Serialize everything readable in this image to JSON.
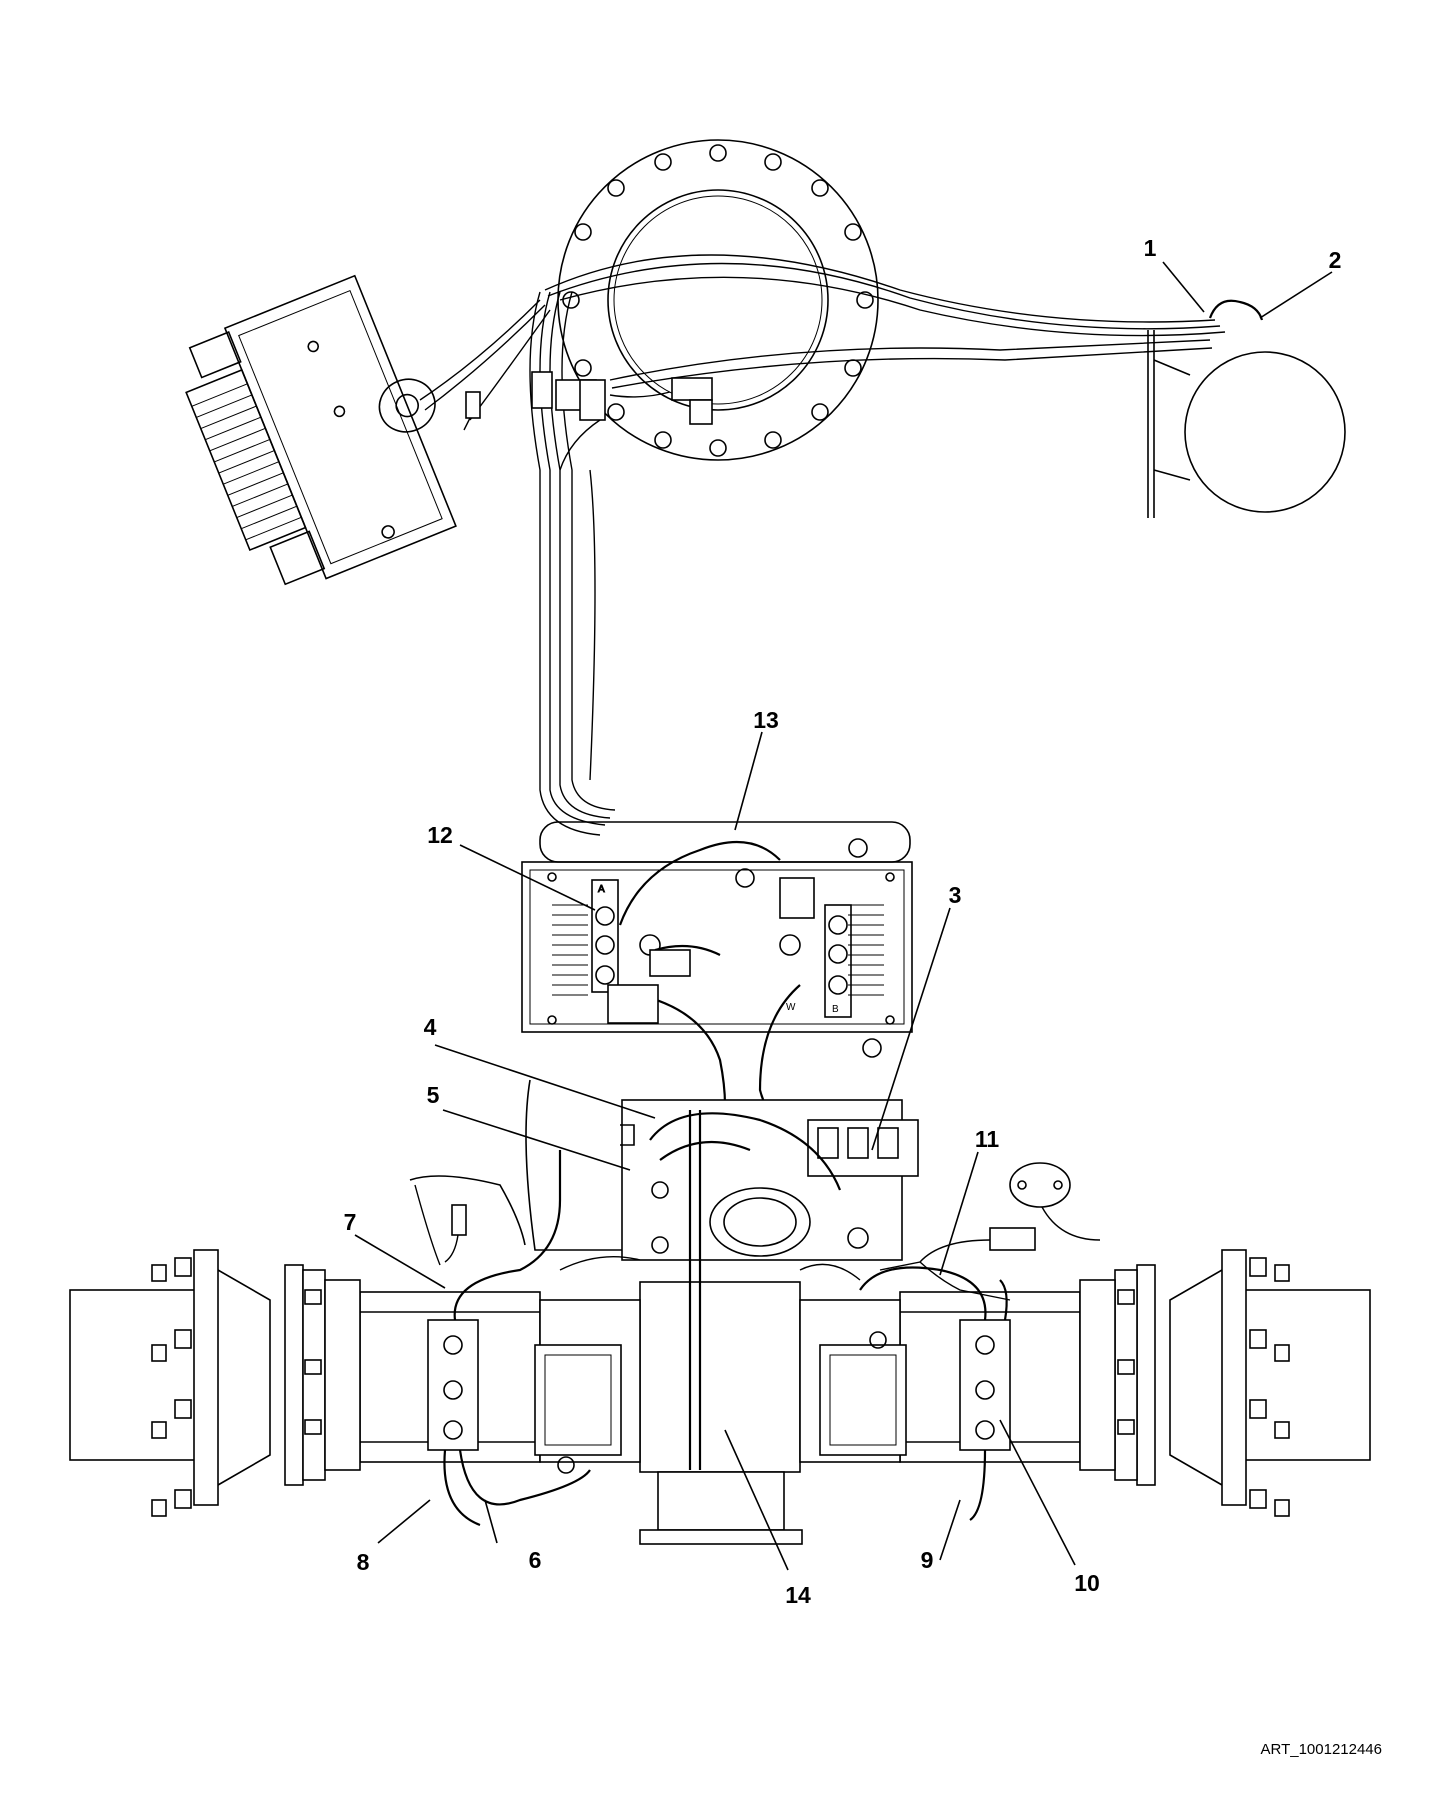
{
  "callouts": [
    {
      "id": "1",
      "label": "1"
    },
    {
      "id": "2",
      "label": "2"
    },
    {
      "id": "3",
      "label": "3"
    },
    {
      "id": "4",
      "label": "4"
    },
    {
      "id": "5",
      "label": "5"
    },
    {
      "id": "6",
      "label": "6"
    },
    {
      "id": "7",
      "label": "7"
    },
    {
      "id": "8",
      "label": "8"
    },
    {
      "id": "9",
      "label": "9"
    },
    {
      "id": "10",
      "label": "10"
    },
    {
      "id": "11",
      "label": "11"
    },
    {
      "id": "12",
      "label": "12"
    },
    {
      "id": "13",
      "label": "13"
    },
    {
      "id": "14",
      "label": "14"
    }
  ],
  "art_id": "ART_1001212446",
  "controller_marks": {
    "a": "A",
    "b": "B",
    "w": "W"
  }
}
